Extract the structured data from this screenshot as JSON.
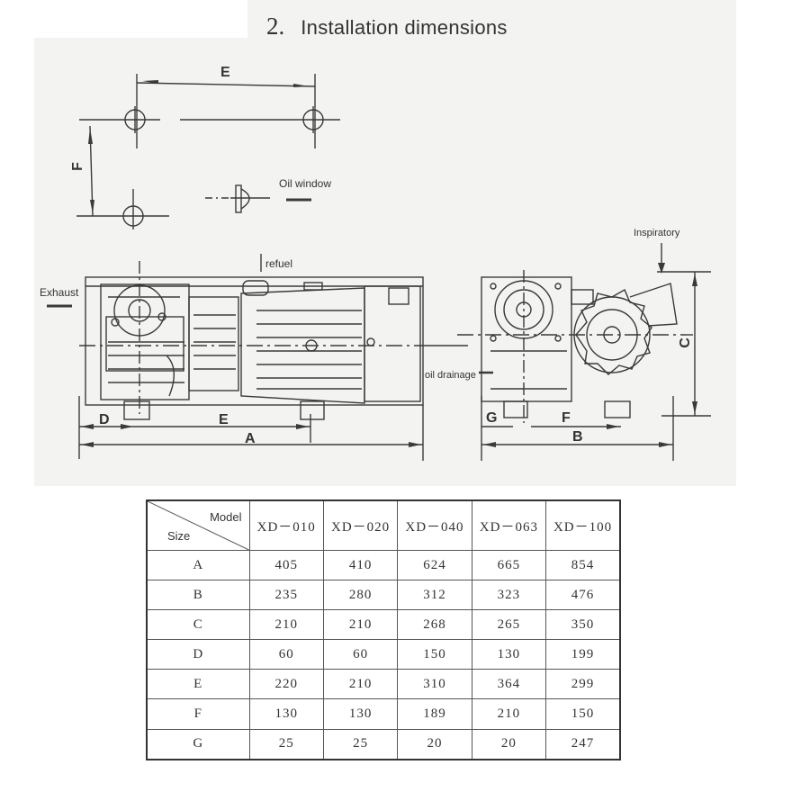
{
  "section": {
    "number": "2.",
    "title": "Installation dimensions"
  },
  "labels": {
    "oil_window": "Oil window",
    "refuel": "refuel",
    "exhaust": "Exhaust",
    "inspiratory": "Inspiratory",
    "oil_drainage": "oil drainage"
  },
  "dim_letters": {
    "top_e": "E",
    "top_f": "F",
    "front_d": "D",
    "front_e": "E",
    "front_a": "A",
    "side_c": "C",
    "side_g": "G",
    "side_f": "F",
    "side_b": "B"
  },
  "table": {
    "header_model": "Model",
    "header_size": "Size",
    "models": [
      "XD－010",
      "XD－020",
      "XD－040",
      "XD－063",
      "XD－100"
    ],
    "rows": [
      {
        "size": "A",
        "values": [
          "405",
          "410",
          "624",
          "665",
          "854"
        ]
      },
      {
        "size": "B",
        "values": [
          "235",
          "280",
          "312",
          "323",
          "476"
        ]
      },
      {
        "size": "C",
        "values": [
          "210",
          "210",
          "268",
          "265",
          "350"
        ]
      },
      {
        "size": "D",
        "values": [
          "60",
          "60",
          "150",
          "130",
          "199"
        ]
      },
      {
        "size": "E",
        "values": [
          "220",
          "210",
          "310",
          "364",
          "299"
        ]
      },
      {
        "size": "F",
        "values": [
          "130",
          "130",
          "189",
          "210",
          "150"
        ]
      },
      {
        "size": "G",
        "values": [
          "25",
          "25",
          "20",
          "20",
          "247"
        ]
      }
    ]
  }
}
